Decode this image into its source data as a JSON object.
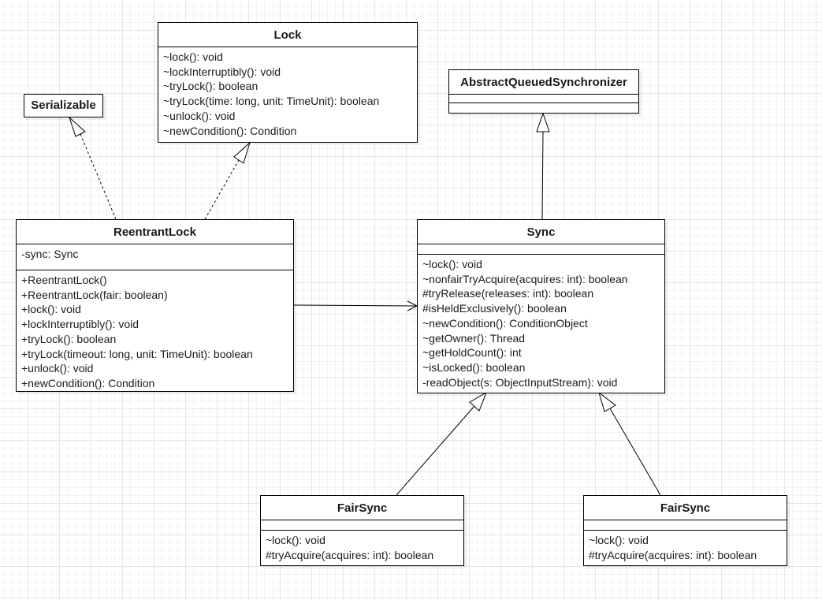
{
  "classes": {
    "serializable": {
      "name": "Serializable"
    },
    "lock": {
      "name": "Lock",
      "operations": [
        "~lock(): void",
        "~lockInterruptibly(): void",
        "~tryLock(): boolean",
        "~tryLock(time: long, unit: TimeUnit): boolean",
        "~unlock(): void",
        "~newCondition(): Condition"
      ]
    },
    "aqs": {
      "name": "AbstractQueuedSynchronizer"
    },
    "reentrant_lock": {
      "name": "ReentrantLock",
      "attributes": [
        "-sync: Sync"
      ],
      "operations": [
        "+ReentrantLock()",
        "+ReentrantLock(fair: boolean)",
        "+lock(): void",
        "+lockInterruptibly(): void",
        "+tryLock(): boolean",
        "+tryLock(timeout: long, unit: TimeUnit): boolean",
        "+unlock(): void",
        "+newCondition(): Condition"
      ]
    },
    "sync": {
      "name": "Sync",
      "operations": [
        "~lock(): void",
        "~nonfairTryAcquire(acquires: int): boolean",
        "#tryRelease(releases: int): boolean",
        "#isHeldExclusively(): boolean",
        "~newCondition(): ConditionObject",
        "~getOwner(): Thread",
        "~getHoldCount(): int",
        "~isLocked(): boolean",
        "-readObject(s: ObjectInputStream): void"
      ]
    },
    "fair_sync_left": {
      "name": "FairSync",
      "operations": [
        "~lock(): void",
        "#tryAcquire(acquires: int): boolean"
      ]
    },
    "fair_sync_right": {
      "name": "FairSync",
      "operations": [
        "~lock(): void",
        "#tryAcquire(acquires: int): boolean"
      ]
    }
  },
  "relations": [
    {
      "from": "reentrant_lock",
      "to": "serializable",
      "type": "realization"
    },
    {
      "from": "reentrant_lock",
      "to": "lock",
      "type": "realization"
    },
    {
      "from": "sync",
      "to": "aqs",
      "type": "generalization"
    },
    {
      "from": "reentrant_lock",
      "to": "sync",
      "type": "association"
    },
    {
      "from": "fair_sync_left",
      "to": "sync",
      "type": "generalization"
    },
    {
      "from": "fair_sync_right",
      "to": "sync",
      "type": "generalization"
    }
  ]
}
